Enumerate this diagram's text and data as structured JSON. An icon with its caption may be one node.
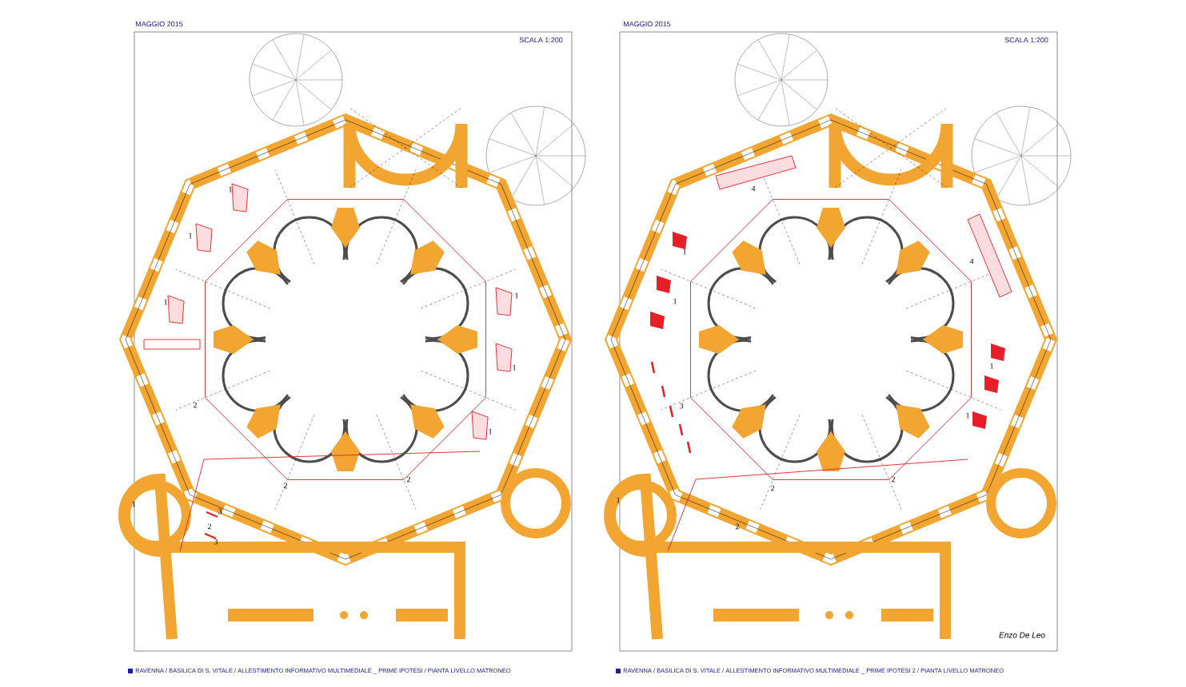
{
  "diagram": {
    "labels": [
      "MAGGIO 2015",
      "SCALA 1:200",
      "1",
      "1",
      "1",
      "1",
      "1",
      "2",
      "1",
      "2",
      "2",
      "1",
      "3",
      "2",
      "3",
      "RAVENNA / BASILICA DI S. VITALE / ALLESTIMENTO INFORMATIVO MULTIMEDIALE _ PRIME IPOTESI / PIANTA LIVELLO MATRONEO",
      "MAGGIO 2015",
      "SCALA 1:200",
      "4",
      "1",
      "4",
      "1",
      "1",
      "3",
      "1",
      "2",
      "2",
      "1",
      "2",
      "Enzo De Leo",
      "RAVENNA / BASILICA DI S. VITALE / ALLESTIMENTO INFORMATIVO MULTIMEDIALE _ PRIME IPOTESI 2 / PIANTA LIVELLO MATRONEO"
    ]
  }
}
